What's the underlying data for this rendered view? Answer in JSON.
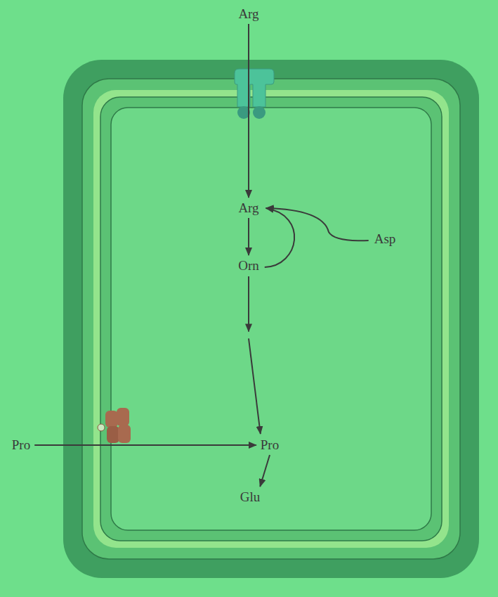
{
  "diagram": {
    "nodes": [
      {
        "text": [
          "Arg"
        ]
      },
      {
        "text": [
          "Arg"
        ]
      },
      {
        "text": [
          "Orn"
        ]
      },
      {
        "text": [
          "Asp"
        ]
      },
      {
        "text": [
          "Pro"
        ]
      },
      {
        "text": [
          "Pro"
        ]
      },
      {
        "text": [
          "Glu"
        ]
      }
    ],
    "edges": [
      {
        "from": 0,
        "to": 1,
        "arrow": "to"
      },
      {
        "from": 1,
        "to": 2,
        "arrow": "to"
      },
      {
        "from": 2,
        "to": 1,
        "arrow": "to"
      },
      {
        "from": 3,
        "to": 1,
        "arrow": "to"
      },
      {
        "from": 2,
        "to": 5,
        "arrow": "to"
      },
      {
        "from": 4,
        "to": 5,
        "arrow": "to"
      },
      {
        "from": 5,
        "to": 6,
        "arrow": "to"
      }
    ]
  }
}
